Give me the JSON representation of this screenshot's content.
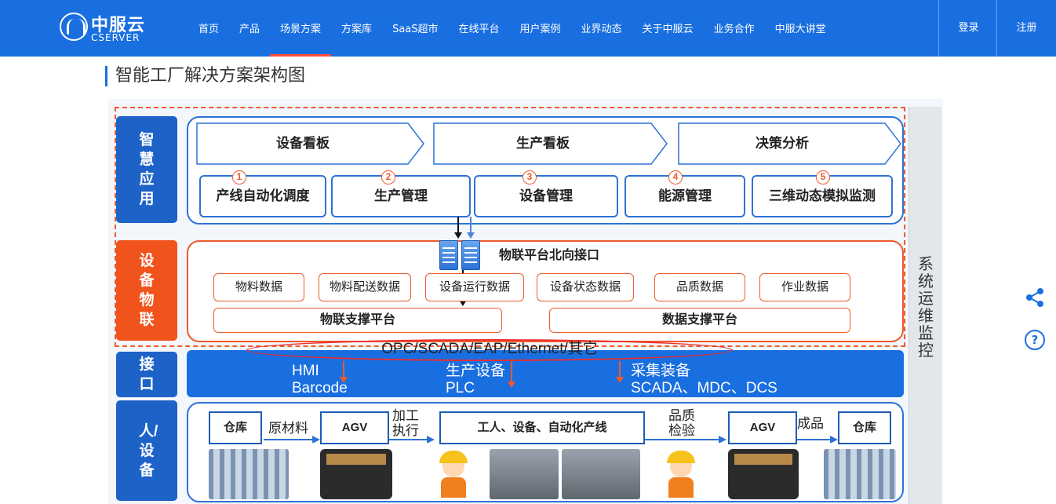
{
  "header": {
    "logo_cn": "中服云",
    "logo_en": "CSERVER",
    "nav": [
      "首页",
      "产品",
      "场景方案",
      "方案库",
      "SaaS超市",
      "在线平台",
      "用户案例",
      "业界动态",
      "关于中服云",
      "业务合作",
      "中服大讲堂"
    ],
    "active_nav": "场景方案",
    "login": "登录",
    "register": "注册",
    "brand_color": "#1a6fe0",
    "accent_color": "#ff4d3a"
  },
  "section_title": "智能工厂解决方案架构图",
  "diagram": {
    "layers": {
      "app": "智慧应用",
      "iot": "设备物联",
      "interface": "接口",
      "people": "人/设备"
    },
    "boards": [
      "设备看板",
      "生产看板",
      "决策分析"
    ],
    "modules": [
      {
        "num": "1",
        "label": "产线自动化调度"
      },
      {
        "num": "2",
        "label": "生产管理"
      },
      {
        "num": "3",
        "label": "设备管理"
      },
      {
        "num": "4",
        "label": "能源管理"
      },
      {
        "num": "5",
        "label": "三维动态模拟监测"
      }
    ],
    "iot_title": "物联平台北向接口",
    "data_tags": [
      "物料数据",
      "物料配送数据",
      "设备运行数据",
      "设备状态数据",
      "品质数据",
      "作业数据"
    ],
    "platforms": [
      "物联支撑平台",
      "数据支撑平台"
    ],
    "protocols": "OPC/SCADA/EAP/Ethernet/其它",
    "interface_items": {
      "hmi": "HMI",
      "barcode": "Barcode",
      "prod_equipment": "生产设备",
      "plc": "PLC",
      "collection": "采集装备",
      "scada": "SCADA、MDC、DCS"
    },
    "ops": "系统运维监控",
    "flow": {
      "warehouse_in": "仓库",
      "raw_material": "原材料",
      "agv_in": "AGV",
      "process": "加工执行",
      "line": "工人、设备、自动化产线",
      "quality": "品质检验",
      "agv_out": "AGV",
      "product": "成品",
      "warehouse_out": "仓库"
    }
  }
}
